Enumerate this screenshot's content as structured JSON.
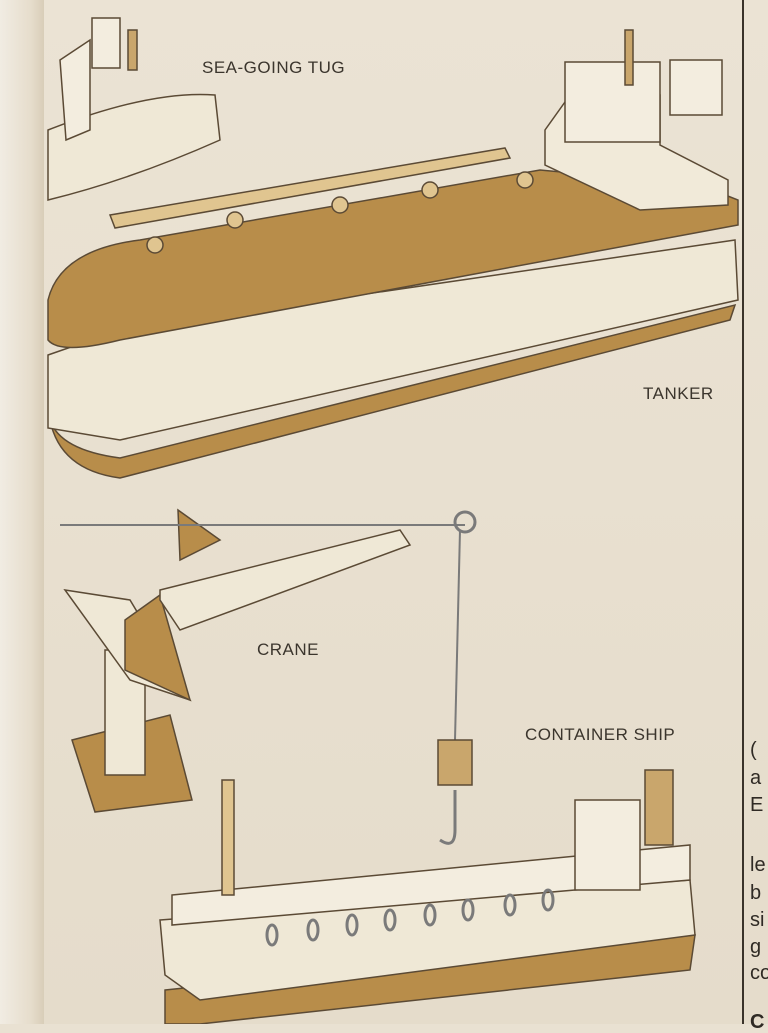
{
  "labels": {
    "tug": "SEA-GOING TUG",
    "tanker": "TANKER",
    "crane": "CRANE",
    "container_ship": "CONTAINER SHIP"
  },
  "side_text_fragments": [
    "(",
    "a",
    "E",
    "le",
    "b",
    "si",
    "g",
    "co",
    "C"
  ],
  "colors": {
    "wood_tan": "#b88d4a",
    "cream": "#efe8d6",
    "outline": "#5b4a35"
  }
}
